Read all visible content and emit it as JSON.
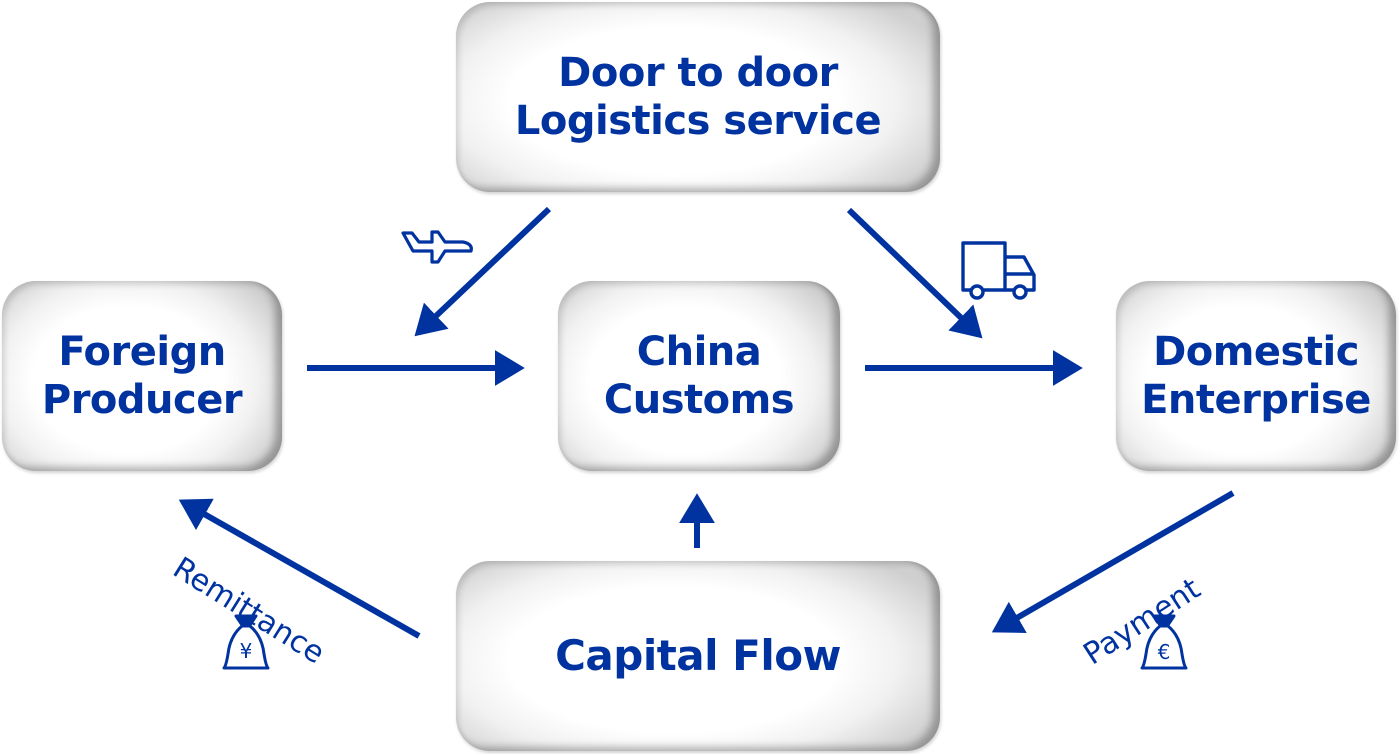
{
  "diagram": {
    "title": "Cross-border trade flow",
    "accent_color": "#0033a0",
    "nodes": {
      "logistics": {
        "label": "Door to door\nLogistics service"
      },
      "foreign": {
        "label": "Foreign\nProducer"
      },
      "customs": {
        "label": "China\nCustoms"
      },
      "domestic": {
        "label": "Domestic\nEnterprise"
      },
      "capital": {
        "label": "Capital Flow"
      }
    },
    "edges": [
      {
        "from": "logistics",
        "to": "foreign-customs-link",
        "icon": "airplane-icon"
      },
      {
        "from": "logistics",
        "to": "customs-domestic-link",
        "icon": "truck-icon"
      },
      {
        "from": "foreign",
        "to": "customs"
      },
      {
        "from": "customs",
        "to": "domestic"
      },
      {
        "from": "capital",
        "to": "customs"
      },
      {
        "from": "capital",
        "to": "foreign",
        "label": "Remittance",
        "icon": "money-bag-yen-icon"
      },
      {
        "from": "domestic",
        "to": "capital",
        "label": "Payment",
        "icon": "money-bag-euro-icon"
      }
    ],
    "edge_labels": {
      "remittance": "Remittance",
      "payment": "Payment"
    },
    "currency_symbols": {
      "yen": "¥",
      "euro": "€"
    }
  }
}
